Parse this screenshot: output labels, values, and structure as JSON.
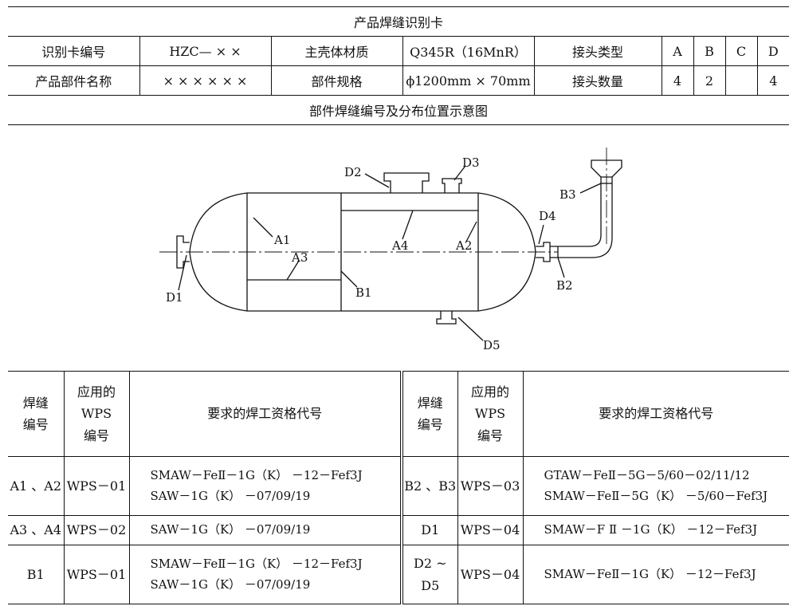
{
  "card_title": "产品焊缝识别卡",
  "row1": {
    "id_label": "识别卡编号",
    "id_value": "HZC— × ×",
    "material_label": "主壳体材质",
    "material_value": "Q345R（16MnR）",
    "joint_type_label": "接头类型",
    "joint_types": [
      "A",
      "B",
      "C",
      "D"
    ]
  },
  "row2": {
    "part_name_label": "产品部件名称",
    "part_name_value": "× × × × × ×",
    "spec_label": "部件规格",
    "spec_value": "ϕ1200mm × 70mm",
    "joint_count_label": "接头数量",
    "joint_counts": [
      "4",
      "2",
      "",
      "4"
    ]
  },
  "diagram_title": "部件焊缝编号及分布位置示意图",
  "diagram_labels": {
    "A1": "A1",
    "A2": "A2",
    "A3": "A3",
    "A4": "A4",
    "B1": "B1",
    "B2": "B2",
    "B3": "B3",
    "D1": "D1",
    "D2": "D2",
    "D3": "D3",
    "D4": "D4",
    "D5": "D5"
  },
  "requirements": {
    "headers": {
      "weld_no": [
        "焊缝",
        "编号"
      ],
      "wps_no": [
        "应用的",
        "WPS",
        "编号"
      ],
      "qualification": "要求的焊工资格代号"
    },
    "rows": [
      {
        "left": {
          "weld": "A1 、A2",
          "wps": "WPS－01",
          "codes": [
            "SMAW－FeⅡ－1G（K） －12－Fef3J",
            "SAW－1G（K） －07/09/19"
          ]
        },
        "right": {
          "weld": "B2 、B3",
          "wps": "WPS－03",
          "codes": [
            "GTAW－FeⅡ－5G－5/60－02/11/12",
            "SMAW－FeⅡ－5G（K） －5/60－Fef3J"
          ]
        }
      },
      {
        "left": {
          "weld": "A3 、A4",
          "wps": "WPS－02",
          "codes": [
            "SAW－1G（K） －07/09/19"
          ]
        },
        "right": {
          "weld": "D1",
          "wps": "WPS－04",
          "codes": [
            "SMAW－F Ⅱ －1G（K） －12－Fef3J"
          ]
        }
      },
      {
        "left": {
          "weld": "B1",
          "wps": "WPS－01",
          "codes": [
            "SMAW－FeⅡ－1G（K） －12－Fef3J",
            "SAW－1G（K） －07/09/19"
          ]
        },
        "right": {
          "weld": "D2 ~ D5",
          "wps": "WPS－04",
          "codes": [
            "SMAW－FeⅡ－1G（K） －12－Fef3J"
          ]
        }
      }
    ]
  }
}
